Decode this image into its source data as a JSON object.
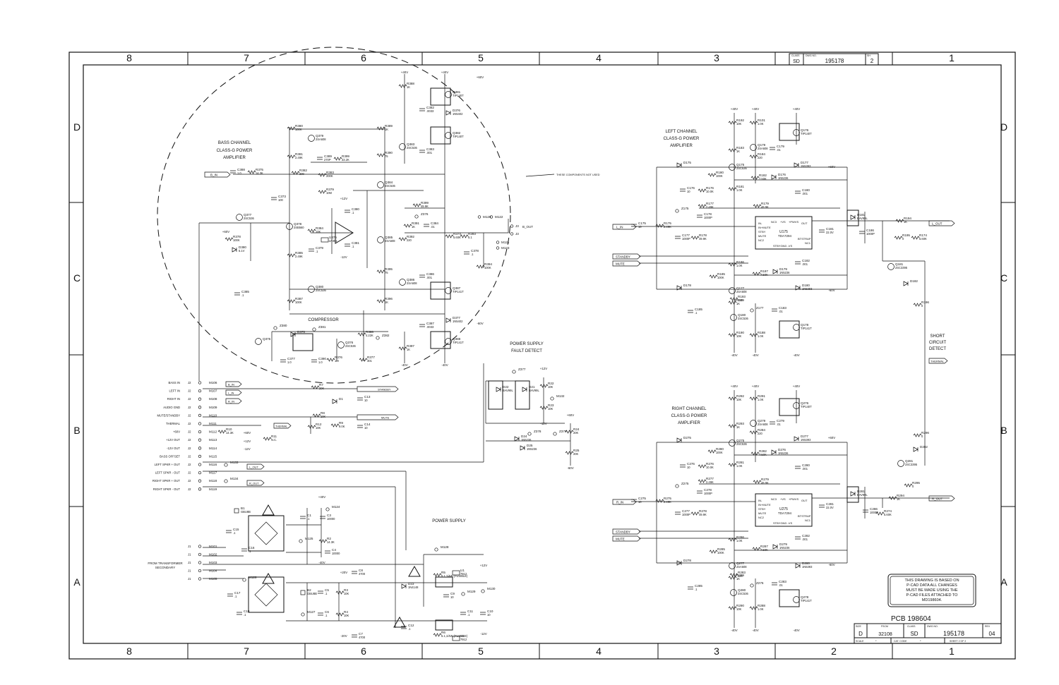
{
  "frame": {
    "columns": [
      "8",
      "7",
      "6",
      "5",
      "4",
      "3",
      "2",
      "1"
    ],
    "rows": [
      "D",
      "C",
      "B",
      "A"
    ]
  },
  "title_block_top": {
    "class_label": "CLASS",
    "class_value": "SD",
    "dwg_label": "DWG NO.",
    "dwg_value": "195178",
    "sh_label": "SH",
    "sh_value": "2"
  },
  "title_block": {
    "size_label": "SIZE",
    "size_value": "D",
    "fscm_label": "FSCM",
    "fscm_value": "32108",
    "class_label": "CLASS",
    "class_value": "SD",
    "dwg_label": "DWG NO.",
    "dwg_value": "195178",
    "rev_label": "REV",
    "rev_value": "04",
    "scale_label": "SCALE",
    "scale_value": "*",
    "cat_label": "CAT. CODE",
    "cat_value": "*",
    "sheet_label": "SHEET 2 OF 2",
    "pcb": "PCB 198604"
  },
  "note": [
    "THIS DRAWING IS BASED ON",
    "P-CAD DATA ALL CHANGES",
    "MUST BE MADE USING THE",
    "P-CAD FILES ATTACHED TO",
    "MD198604."
  ],
  "bass": {
    "title": [
      "BASS CHANNEL",
      "CLASS-G POWER",
      "AMPLIFIER"
    ],
    "compressor": "COMPRESSOR",
    "not_used": "THESE COMPONENTS NOT USED",
    "input_label": "B_IN",
    "output_label": "B_OUT"
  },
  "left": {
    "title": [
      "LEFT CHANNEL",
      "CLASS-G POWER",
      "AMPLIFIER"
    ],
    "input_label": "L_IN",
    "output_label": "L_OUT",
    "ic_ref": "U175",
    "ic_type": "TDA7294"
  },
  "right": {
    "title": [
      "RIGHT CHANNEL",
      "CLASS-G POWER",
      "AMPLIFIER"
    ],
    "input_label": "R_IN",
    "output_label": "R_OUT",
    "ic_ref": "U275",
    "ic_type": "TDA7294"
  },
  "ic_pins_left": [
    "IN-",
    "IN+MUTE",
    "STBY",
    "MUTE",
    "NC2"
  ],
  "ic_pins_bottom": "STBYGND -VS",
  "ic_pins_right": [
    "OUT",
    "BTSTRAP",
    "NC1"
  ],
  "ic_pins_top": [
    "NC3",
    "+VS",
    "+PWVS"
  ],
  "short_circuit": [
    "SHORT",
    "CIRCUIT",
    "DETECT"
  ],
  "thermal_label": "THERMAL",
  "standby_label": "STANDBY",
  "mute_label": "MUTE",
  "ps_fault": [
    "POWER SUPPLY",
    "FAULT DETECT"
  ],
  "power_supply": "POWER SUPPLY",
  "transformer": [
    "FROM TRANSFORMER",
    "SECONDARY"
  ],
  "connector": {
    "labels": [
      "BASS IN",
      "LEFT IN",
      "RIGHT IN",
      "AUDIO GND",
      "MUTE/STANDBY",
      "THERMAL",
      "+60V",
      "+12V OUT",
      "-12V OUT",
      "BASS OFFSET",
      "LEFT SPKR + OUT",
      "LEFT SPKR - OUT",
      "RIGHT SPKR + OUT",
      "RIGHT SPKR - OUT"
    ],
    "pins": [
      "M106",
      "M107",
      "M108",
      "M109",
      "M110",
      "M111",
      "M112",
      "M113",
      "M114",
      "M115",
      "M116",
      "M117",
      "M118",
      "M119"
    ],
    "j2": "J2",
    "j1": "J1",
    "tf_pins": [
      "M101",
      "M102",
      "M103",
      "M104",
      "M105"
    ]
  },
  "nets": {
    "b_in": "B_IN",
    "l_in": "L_IN",
    "r_in": "R_IN",
    "l_out": "L_OUT",
    "r_out": "R_OUT",
    "b_out": "B_OUT"
  },
  "bass_parts": [
    {
      "t": "R388",
      "v": "1K"
    },
    {
      "t": "Q381",
      "v": "TIP140T"
    },
    {
      "t": "C382",
      "v": ".0033"
    },
    {
      "t": "D376",
      "v": "1N5402"
    },
    {
      "t": "R380",
      "v": "100K"
    },
    {
      "t": "Q379",
      "v": "2SA608"
    },
    {
      "t": "R389",
      "v": "1K"
    },
    {
      "t": "Q382",
      "v": "TIP140T"
    },
    {
      "t": "R381",
      "v": "2.49K"
    },
    {
      "t": "Q383",
      "v": "2SC536"
    },
    {
      "t": "R390",
      "v": "75"
    },
    {
      "t": "C383",
      "v": ".001"
    },
    {
      "t": "C389",
      "v": "270P"
    },
    {
      "t": "R399",
      "v": "33.2K"
    },
    {
      "t": "C388",
      "v": "1.0"
    },
    {
      "t": "R375",
      "v": "14.3K"
    },
    {
      "t": "R382",
      "v": "200"
    },
    {
      "t": "R383",
      "v": "200K"
    },
    {
      "t": "Q384",
      "v": "2SC536"
    },
    {
      "t": "C373",
      "v": "100"
    },
    {
      "t": "R379",
      "v": "10M"
    },
    {
      "t": "C380",
      "v": ".1"
    },
    {
      "t": "R399",
      "v": "49.9K"
    },
    {
      "t": "Z376",
      "v": ""
    },
    {
      "t": "Q377",
      "v": "2SC536"
    },
    {
      "t": "Q378",
      "v": "2SB560"
    },
    {
      "t": "R384",
      "v": "10K"
    },
    {
      "t": "U375",
      "v": "LF351"
    },
    {
      "t": "R378",
      "v": "100K"
    },
    {
      "t": "D380",
      "v": "5.1V"
    },
    {
      "t": "C379",
      "v": ".1"
    },
    {
      "t": "C381",
      "v": ".1"
    },
    {
      "t": "R385",
      "v": "2.49K"
    },
    {
      "t": "R391",
      "v": "1K"
    },
    {
      "t": "C384",
      "v": ".01"
    },
    {
      "t": "R392",
      "v": "220"
    },
    {
      "t": "Q385",
      "v": "2SA608"
    },
    {
      "t": "R374",
      "v": "5.60K"
    },
    {
      "t": "R393",
      "v": "5.1"
    },
    {
      "t": "C378",
      "v": ".1"
    },
    {
      "t": "R394",
      "v": "100K"
    },
    {
      "t": "R395",
      "v": "75"
    },
    {
      "t": "Q386",
      "v": "2SA608"
    },
    {
      "t": "C386",
      "v": ".001"
    },
    {
      "t": "Q387",
      "v": "TIP141T"
    },
    {
      "t": "R387",
      "v": "100K"
    },
    {
      "t": "Q380",
      "v": "2SC536"
    },
    {
      "t": "R396",
      "v": "1K"
    },
    {
      "t": "C385",
      "v": ".1"
    },
    {
      "t": "C387",
      "v": ".0033"
    },
    {
      "t": "D377",
      "v": "1N5402"
    },
    {
      "t": "Q388",
      "v": "TIP141T"
    },
    {
      "t": "R386",
      "v": "4.22K"
    },
    {
      "t": "R397",
      "v": "1K"
    },
    {
      "t": "Z380",
      "v": ""
    },
    {
      "t": "D375",
      "v": ""
    },
    {
      "t": "Z381",
      "v": ""
    },
    {
      "t": "Q376",
      "v": "2SC536"
    },
    {
      "t": "Z382",
      "v": ""
    },
    {
      "t": "R376",
      "v": "1M"
    },
    {
      "t": "R377",
      "v": "301"
    },
    {
      "t": "C377",
      "v": "1.0"
    },
    {
      "t": "C390",
      "v": "1.0"
    },
    {
      "t": "Q375",
      "v": ""
    }
  ],
  "left_parts": [
    {
      "t": "R192",
      "v": "10K"
    },
    {
      "t": "R101",
      "v": "1.0K"
    },
    {
      "t": "Q176",
      "v": "TIP140T"
    },
    {
      "t": "R183",
      "v": "1K"
    },
    {
      "t": "Q179",
      "v": "2SA608"
    },
    {
      "t": "R184",
      "v": "220"
    },
    {
      "t": "C179",
      "v": ".01"
    },
    {
      "t": "D177",
      "v": "1N5393"
    },
    {
      "t": "Q175",
      "v": "2SC536"
    },
    {
      "t": "D175",
      "v": ""
    },
    {
      "t": "R180",
      "v": "100K"
    },
    {
      "t": "R182",
      "v": "7.50K"
    },
    {
      "t": "D176",
      "v": "1N5236"
    },
    {
      "t": "R181",
      "v": "1.0K"
    },
    {
      "t": "C176",
      "v": "10"
    },
    {
      "t": "R176",
      "v": "10.0K"
    },
    {
      "t": "C180",
      "v": ".001"
    },
    {
      "t": "R177",
      "v": "2.49K"
    },
    {
      "t": "R179",
      "v": "49.9K"
    },
    {
      "t": "Z175",
      "v": ""
    },
    {
      "t": "C178",
      "v": "1000P"
    },
    {
      "t": "C175",
      "v": "10"
    },
    {
      "t": "R175",
      "v": "2.49K"
    },
    {
      "t": "C177",
      "v": "1000P"
    },
    {
      "t": "R178",
      "v": "49.9K"
    },
    {
      "t": "D181",
      "v": "BAV99L"
    },
    {
      "t": "C186",
      "v": "1000P"
    },
    {
      "t": "C181",
      "v": "22.0V"
    },
    {
      "t": "R194",
      "v": "1K"
    },
    {
      "t": "R195",
      "v": "0"
    },
    {
      "t": "R174",
      "v": "5.60K"
    },
    {
      "t": "R186",
      "v": "1.0K"
    },
    {
      "t": "C182",
      "v": ".001"
    },
    {
      "t": "Q181",
      "v": "2SC3395"
    },
    {
      "t": "R185",
      "v": "100K"
    },
    {
      "t": "R187",
      "v": "7.50K"
    },
    {
      "t": "D179",
      "v": "1N5236"
    },
    {
      "t": "D178",
      "v": ""
    },
    {
      "t": "Q177",
      "v": "2SA608"
    },
    {
      "t": "D180",
      "v": "1N5393"
    },
    {
      "t": "D182",
      "v": ""
    },
    {
      "t": "R196",
      "v": "0"
    },
    {
      "t": "R193",
      "v": "220"
    },
    {
      "t": "R189",
      "v": "1K"
    },
    {
      "t": "Z177",
      "v": ""
    },
    {
      "t": "C183",
      "v": ".01"
    },
    {
      "t": "C185",
      "v": ".1"
    },
    {
      "t": "Q180",
      "v": "2SC536"
    },
    {
      "t": "Q178",
      "v": "TIP141T"
    },
    {
      "t": "R190",
      "v": "10K"
    },
    {
      "t": "R188",
      "v": "1.0K"
    }
  ],
  "right_parts": [
    {
      "t": "R292",
      "v": "10K"
    },
    {
      "t": "R291",
      "v": "1.0K"
    },
    {
      "t": "Q276",
      "v": "TIP140T"
    },
    {
      "t": "R293",
      "v": "1K"
    },
    {
      "t": "Q279",
      "v": "2SA608"
    },
    {
      "t": "R284",
      "v": "220"
    },
    {
      "t": "C279",
      "v": ".01"
    },
    {
      "t": "D277",
      "v": "1N5393"
    },
    {
      "t": "Q275",
      "v": "2SC536"
    },
    {
      "t": "D275",
      "v": ""
    },
    {
      "t": "R280",
      "v": "100K"
    },
    {
      "t": "R282",
      "v": "7.50K"
    },
    {
      "t": "D276",
      "v": "1N5236"
    },
    {
      "t": "R281",
      "v": "1.0K"
    },
    {
      "t": "C276",
      "v": "10"
    },
    {
      "t": "R276",
      "v": "10.0K"
    },
    {
      "t": "C280",
      "v": ".001"
    },
    {
      "t": "R277",
      "v": "2.49K"
    },
    {
      "t": "R279",
      "v": "49.9K"
    },
    {
      "t": "Z275",
      "v": ""
    },
    {
      "t": "C278",
      "v": "1000P"
    },
    {
      "t": "C275",
      "v": "10"
    },
    {
      "t": "R275",
      "v": "2.49K"
    },
    {
      "t": "C277",
      "v": "1000P"
    },
    {
      "t": "R278",
      "v": "49.9K"
    },
    {
      "t": "D281",
      "v": "BAV99L"
    },
    {
      "t": "C286",
      "v": "1000P"
    },
    {
      "t": "C281",
      "v": "22.0V"
    },
    {
      "t": "R294",
      "v": "1K"
    },
    {
      "t": "R295",
      "v": "0"
    },
    {
      "t": "R274",
      "v": "5.60K"
    },
    {
      "t": "R286",
      "v": "1.0K"
    },
    {
      "t": "C282",
      "v": ".001"
    },
    {
      "t": "Q281",
      "v": "2SC3395"
    },
    {
      "t": "R285",
      "v": "100K"
    },
    {
      "t": "R287",
      "v": "7.50K"
    },
    {
      "t": "D279",
      "v": "1N5236"
    },
    {
      "t": "D278",
      "v": ""
    },
    {
      "t": "Q277",
      "v": "2SA608"
    },
    {
      "t": "D280",
      "v": "1N5393"
    },
    {
      "t": "D282",
      "v": ""
    },
    {
      "t": "R296",
      "v": "0"
    },
    {
      "t": "R283",
      "v": "220"
    },
    {
      "t": "R289",
      "v": "1K"
    },
    {
      "t": "Z276",
      "v": ""
    },
    {
      "t": "C283",
      "v": ".01"
    },
    {
      "t": "C285",
      "v": ".1"
    },
    {
      "t": "Q280",
      "v": "2SC536"
    },
    {
      "t": "Q278",
      "v": "TIP141T"
    },
    {
      "t": "R290",
      "v": "10K"
    },
    {
      "t": "R288",
      "v": "1.0K"
    }
  ],
  "io_parts": [
    {
      "t": "R7",
      "v": "20K"
    },
    {
      "t": "C13",
      "v": "10"
    },
    {
      "t": "D1",
      "v": ""
    },
    {
      "t": "R8",
      "v": "10K"
    },
    {
      "t": "R9",
      "v": "9.0K"
    },
    {
      "t": "R12",
      "v": "10K"
    },
    {
      "t": "C14",
      "v": "10"
    },
    {
      "t": "R10",
      "v": "14.3K"
    },
    {
      "t": "R11",
      "v": "N.C."
    },
    {
      "t": "M133",
      "v": ""
    },
    {
      "t": "M134",
      "v": ""
    }
  ],
  "fault_parts": [
    {
      "t": "Z377",
      "v": ""
    },
    {
      "t": "D22",
      "v": "BAV99L"
    },
    {
      "t": "D21",
      "v": "BAV99L"
    },
    {
      "t": "R22",
      "v": "10K"
    },
    {
      "t": "M132",
      "v": ""
    },
    {
      "t": "R23",
      "v": "10K"
    },
    {
      "t": "D24",
      "v": "1N5236"
    },
    {
      "t": "Z378",
      "v": ""
    },
    {
      "t": "Z379",
      "v": ""
    },
    {
      "t": "D25",
      "v": "1N5236"
    },
    {
      "t": "R24",
      "v": "20K"
    },
    {
      "t": "R25",
      "v": "20K"
    }
  ],
  "ps_parts": [
    {
      "t": "B1",
      "v": "GBU8B"
    },
    {
      "t": "C15",
      "v": ".1"
    },
    {
      "t": "C16",
      "v": ".1"
    },
    {
      "t": "C1",
      "v": ".1"
    },
    {
      "t": "C3",
      "v": "10000"
    },
    {
      "t": "M124",
      "v": ""
    },
    {
      "t": "M125",
      "v": ""
    },
    {
      "t": "R2",
      "v": "14.3K"
    },
    {
      "t": "C4",
      "v": "10000"
    },
    {
      "t": "M126",
      "v": ""
    },
    {
      "t": "C17",
      "v": ".1"
    },
    {
      "t": "C18",
      "v": ".1"
    },
    {
      "t": "B2",
      "v": "GBU8B"
    },
    {
      "t": "C5",
      "v": ".1"
    },
    {
      "t": "R3",
      "v": "10K"
    },
    {
      "t": "C8",
      "v": "4700"
    },
    {
      "t": "M127",
      "v": ""
    },
    {
      "t": "C6",
      "v": ".1"
    },
    {
      "t": "R4",
      "v": "10K"
    },
    {
      "t": "C7",
      "v": "4700"
    },
    {
      "t": "M128",
      "v": ""
    },
    {
      "t": "D23",
      "v": "1N4148"
    },
    {
      "t": "R5",
      "v": "5.1,1/4W (FUSIBLE)"
    },
    {
      "t": "U1",
      "v": "7812"
    },
    {
      "t": "M129",
      "v": ""
    },
    {
      "t": "C9",
      "v": "10"
    },
    {
      "t": "M130",
      "v": ""
    },
    {
      "t": "C11",
      "v": ".1"
    },
    {
      "t": "C10",
      "v": "10"
    },
    {
      "t": "C12",
      "v": ".1"
    },
    {
      "t": "R6",
      "v": "5.1,1/4W (FUSIBLE)"
    },
    {
      "t": "U2",
      "v": "7912"
    },
    {
      "t": "M131",
      "v": ""
    }
  ],
  "rails": [
    "+40V",
    "-40V",
    "+60V",
    "-60V",
    "+20V",
    "-20V",
    "+12V",
    "-12V"
  ],
  "test_points_out": [
    "M120",
    "M122",
    "M121",
    "M123",
    "J3",
    "J3"
  ]
}
